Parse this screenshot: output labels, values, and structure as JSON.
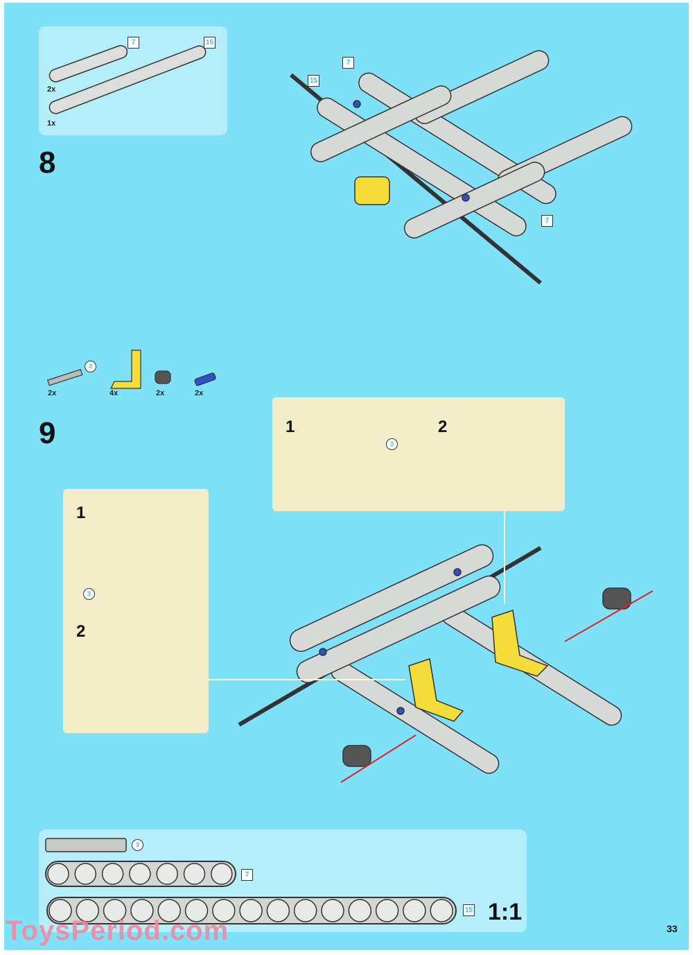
{
  "page_number": "33",
  "watermark": "ToysPeriod.com",
  "colors": {
    "background": "#7fe1f8",
    "parts_box": "#b5eefb",
    "callout": "#fcedc3",
    "beam": "#d9dcd9",
    "yellow": "#f4dc3a",
    "blue": "#3050c8",
    "arrow": "#e02020"
  },
  "step8": {
    "number": "8",
    "parts": [
      {
        "part": "beam",
        "length": "7",
        "qty": "2x"
      },
      {
        "part": "beam",
        "length": "15",
        "qty": "1x"
      }
    ],
    "callouts": [
      "7",
      "15",
      "7"
    ]
  },
  "step9": {
    "number": "9",
    "parts": [
      {
        "part": "axle",
        "length": "3",
        "qty": "2x"
      },
      {
        "part": "angle-beam-yellow",
        "qty": "4x"
      },
      {
        "part": "cross-block-dark",
        "qty": "2x"
      },
      {
        "part": "blue-pin",
        "qty": "2x"
      }
    ],
    "subassembly_a": {
      "steps": [
        "1",
        "2"
      ],
      "axle_length": "3"
    },
    "subassembly_b": {
      "steps": [
        "1",
        "2"
      ],
      "axle_length": "3"
    }
  },
  "ruler": {
    "items": [
      {
        "part": "axle",
        "length": "3"
      },
      {
        "part": "beam",
        "length": "7"
      },
      {
        "part": "beam",
        "length": "15"
      }
    ],
    "scale": "1:1"
  }
}
